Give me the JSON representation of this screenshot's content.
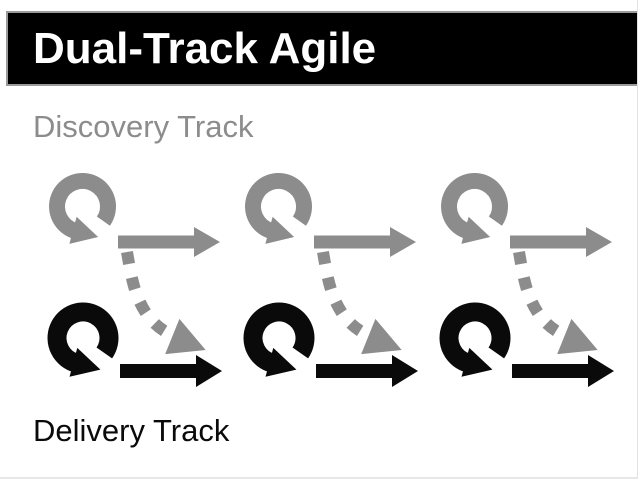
{
  "slide": {
    "title": "Dual-Track Agile",
    "discovery_label": "Discovery Track",
    "delivery_label": "Delivery Track"
  },
  "diagram": {
    "iterations": 3,
    "unit_offsets": [
      0,
      196,
      392
    ],
    "icons": [
      "iteration-loop-icon",
      "forward-arrow-icon",
      "dashed-handoff-arrow-icon"
    ]
  },
  "colors": {
    "background": "#FFFFFF",
    "banner_bg": "#000000",
    "banner_border": "#9B9B9B",
    "title_text": "#FFFFFF",
    "discovery": "#8C8C8C",
    "delivery": "#0A0A0A",
    "connector": "#8C8C8C",
    "footer_line": "#E7E7E7"
  }
}
